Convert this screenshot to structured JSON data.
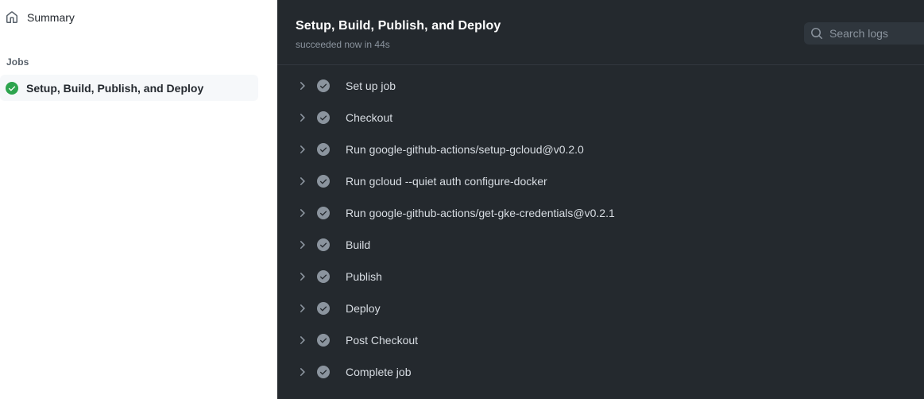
{
  "sidebar": {
    "summary": {
      "label": "Summary",
      "icon": "home-icon"
    },
    "jobs_heading": "Jobs",
    "jobs": [
      {
        "label": "Setup, Build, Publish, and Deploy",
        "status": "succeeded",
        "status_icon": "check-circle-fill-icon",
        "selected": true
      }
    ]
  },
  "log": {
    "title": "Setup, Build, Publish, and Deploy",
    "subtitle": "succeeded now in 44s",
    "search": {
      "placeholder": "Search logs",
      "value": "",
      "icon": "search-icon"
    },
    "steps": [
      {
        "label": "Set up job",
        "status": "success",
        "expanded": false
      },
      {
        "label": "Checkout",
        "status": "success",
        "expanded": false
      },
      {
        "label": "Run google-github-actions/setup-gcloud@v0.2.0",
        "status": "success",
        "expanded": false
      },
      {
        "label": "Run gcloud --quiet auth configure-docker",
        "status": "success",
        "expanded": false
      },
      {
        "label": "Run google-github-actions/get-gke-credentials@v0.2.1",
        "status": "success",
        "expanded": false
      },
      {
        "label": "Build",
        "status": "success",
        "expanded": false
      },
      {
        "label": "Publish",
        "status": "success",
        "expanded": false
      },
      {
        "label": "Deploy",
        "status": "success",
        "expanded": false
      },
      {
        "label": "Post Checkout",
        "status": "success",
        "expanded": false
      },
      {
        "label": "Complete job",
        "status": "success",
        "expanded": false
      }
    ]
  },
  "colors": {
    "success_green": "#2da44e",
    "step_status_grey": "#8b949e",
    "panel_background": "#24292e",
    "sidebar_background": "#ffffff",
    "selected_item_background": "#f6f8fa",
    "search_background": "#2f363d"
  }
}
